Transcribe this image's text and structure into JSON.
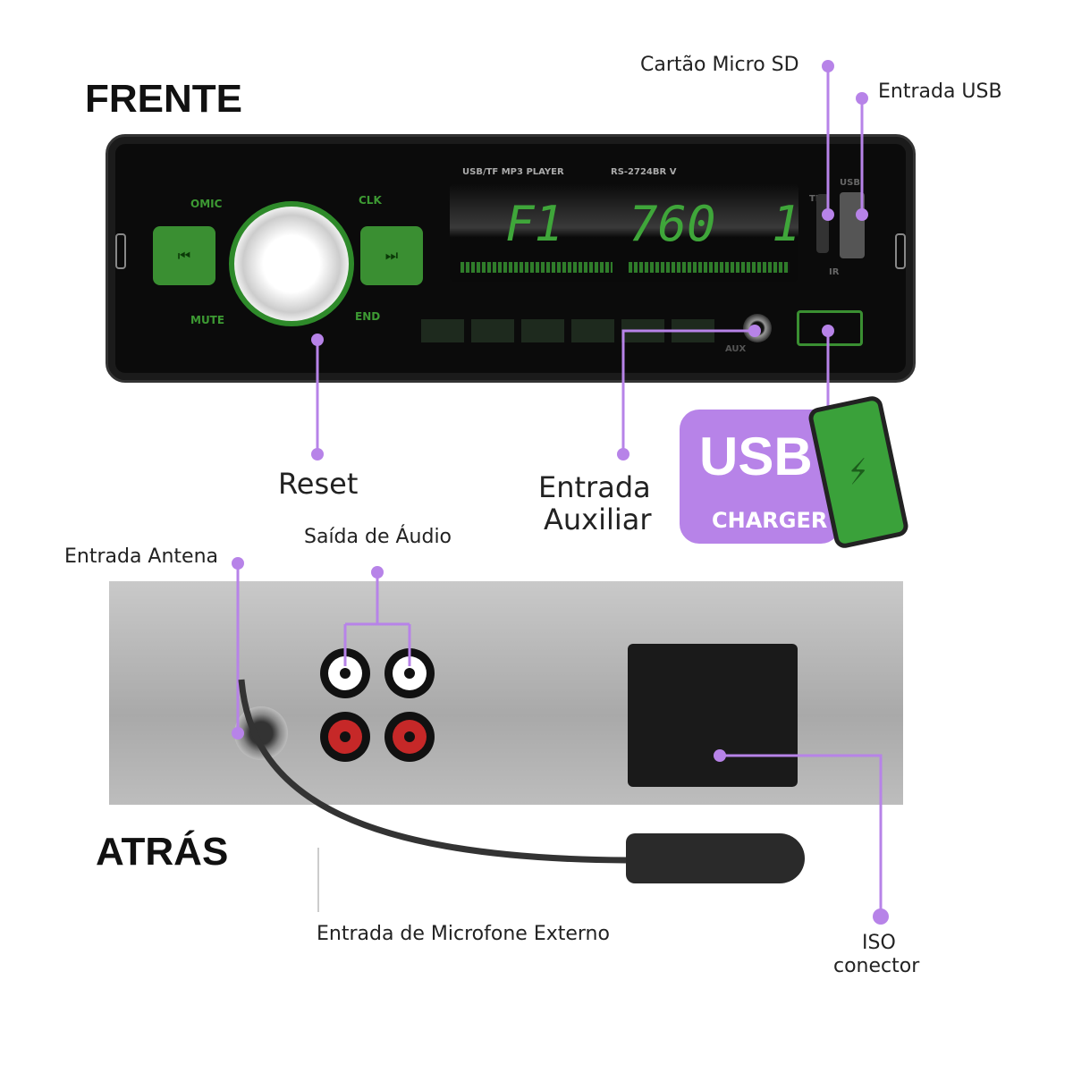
{
  "headings": {
    "front": "FRENTE",
    "back": "ATRÁS"
  },
  "labels": {
    "micro_sd": "Cartão Micro SD",
    "usb_input": "Entrada USB",
    "reset": "Reset",
    "aux_line1": "Entrada",
    "aux_line2": "Auxiliar",
    "audio_out": "Saída de Áudio",
    "antenna": "Entrada Antena",
    "mic": "Entrada de Microfone Externo",
    "iso_line1": "ISO",
    "iso_line2": "conector"
  },
  "usb_charger": {
    "title": "USB",
    "subtitle": "CHARGER",
    "icon": "lightning-icon"
  },
  "device": {
    "model_text": "USB/TF  MP3  PLAYER",
    "model_code": "RS-2724BR V",
    "display": {
      "band": "F1",
      "frequency": "760",
      "preset": "1"
    },
    "buttons": {
      "omic": "OMIC",
      "clk": "CLK",
      "mute": "MUTE",
      "end": "END",
      "prev": "⏮",
      "next": "⏭",
      "aux": "AUX",
      "tf": "TF",
      "usb": "USB",
      "ir": "IR"
    }
  },
  "colors": {
    "accent": "#b783e8",
    "display_green": "#3fa63a"
  }
}
